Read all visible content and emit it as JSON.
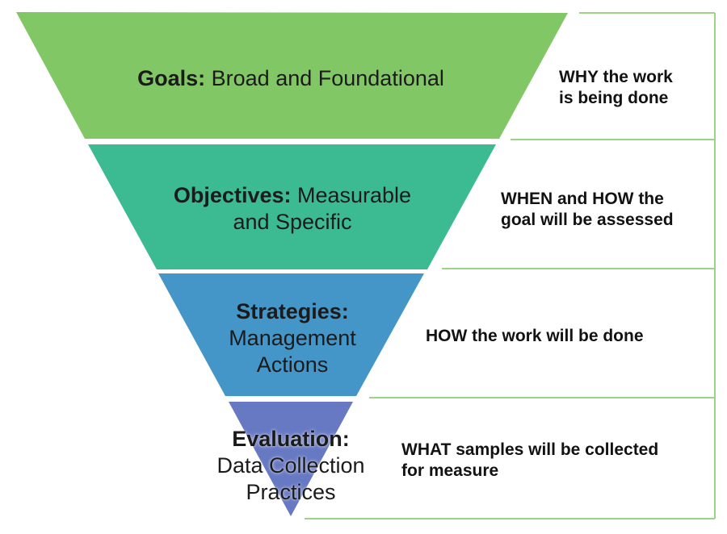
{
  "frame": {
    "background": "#FFFFFF",
    "border_color": "#9DD384"
  },
  "text_color": "#1B1B1B",
  "funnel": {
    "levels": [
      {
        "id": "goals",
        "color": "#82C766",
        "label_bold": "Goals:",
        "label_rest": " Broad and Foundational"
      },
      {
        "id": "objectives",
        "color": "#3CBB93",
        "label_bold": "Objectives:",
        "label_rest": " Measurable",
        "label_line2": "and Specific"
      },
      {
        "id": "strategies",
        "color": "#4596C8",
        "label_bold": "Strategies:",
        "label_line2": "Management",
        "label_line3": "Actions"
      },
      {
        "id": "evaluation",
        "color": "#6779C3",
        "label_bold": "Evaluation:",
        "label_line2": "Data Collection",
        "label_line3": "Practices"
      }
    ]
  },
  "annotations": [
    {
      "id": "why",
      "lines": [
        "WHY the work",
        "is being done"
      ]
    },
    {
      "id": "when",
      "lines": [
        "WHEN and HOW the",
        "goal will be assessed"
      ]
    },
    {
      "id": "how",
      "lines": [
        "HOW the work will be done"
      ]
    },
    {
      "id": "what",
      "lines": [
        "WHAT samples will be collected",
        "for measure"
      ]
    }
  ]
}
